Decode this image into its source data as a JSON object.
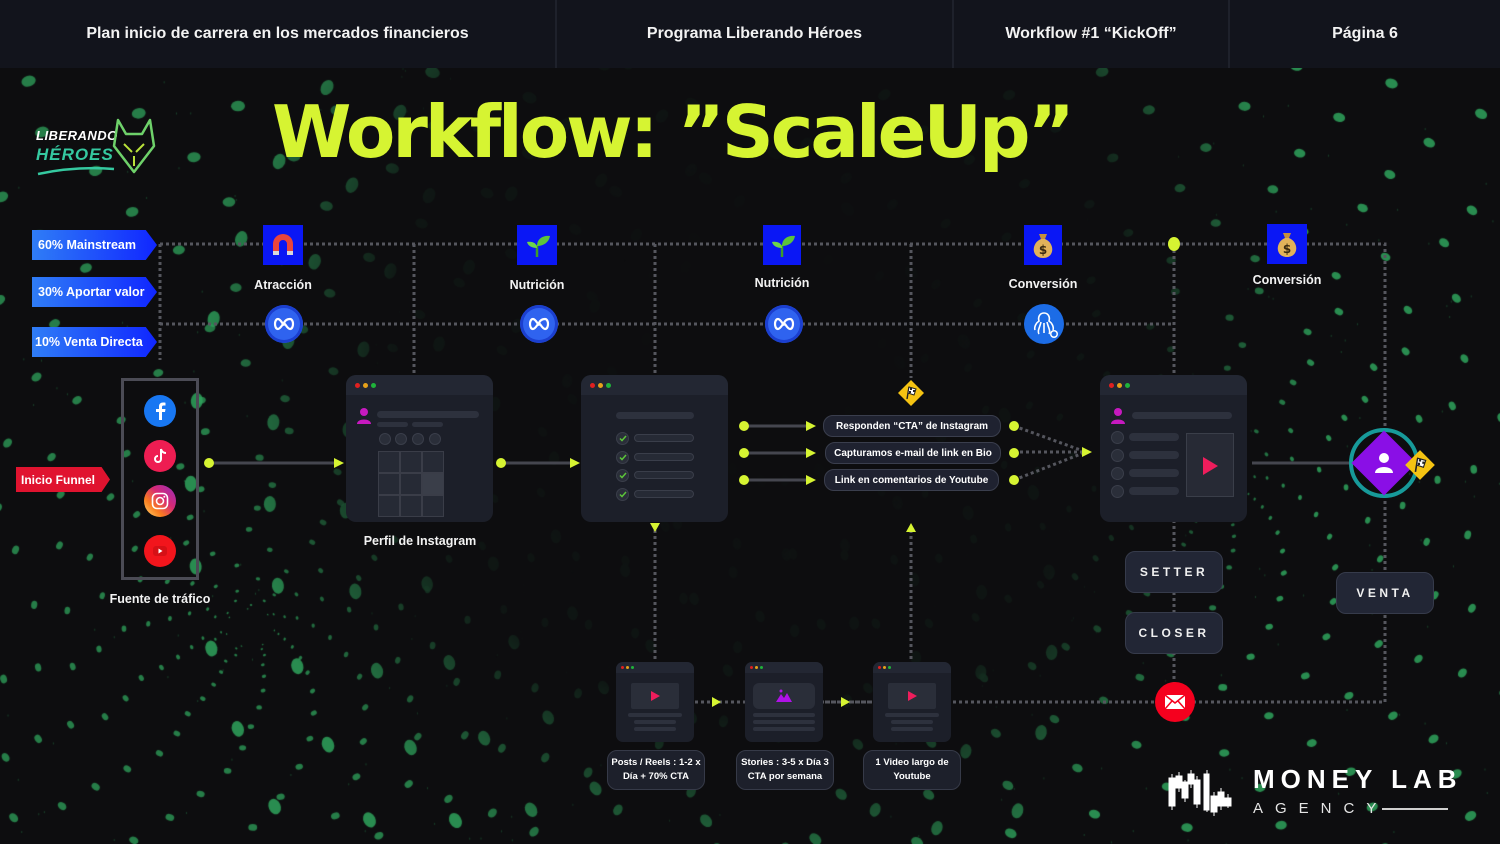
{
  "header": {
    "cells": [
      {
        "label": "Plan inicio de carrera en los mercados financieros"
      },
      {
        "label": "Programa Liberando Héroes"
      },
      {
        "label": "Workflow #1 “KickOff”"
      },
      {
        "label": "Página 6"
      }
    ]
  },
  "title": "Workflow: ”ScaleUp”",
  "brand": {
    "line1": "LIBERANDO",
    "line2": "HÉROES",
    "icon": "wolf-head-icon"
  },
  "content_mix": [
    {
      "label": "60% Mainstream"
    },
    {
      "label": "30% Aportar valor"
    },
    {
      "label": "10% Venta Directa"
    }
  ],
  "stages": [
    {
      "label": "Atracción",
      "icon": "magnet-icon",
      "channel_icon": "meta-icon"
    },
    {
      "label": "Nutrición",
      "icon": "sprout-icon",
      "channel_icon": "meta-icon"
    },
    {
      "label": "Nutrición",
      "icon": "sprout-icon",
      "channel_icon": "meta-icon"
    },
    {
      "label": "Conversión",
      "icon": "money-bag-icon",
      "channel_icon": "manychat-icon"
    },
    {
      "label": "Conversión",
      "icon": "money-bag-icon"
    }
  ],
  "funnel_start": "Inicio Funnel",
  "traffic": {
    "label": "Fuente de tráfico",
    "sources": [
      {
        "name": "facebook",
        "icon": "facebook-icon",
        "color": "#1877f2"
      },
      {
        "name": "tiktok",
        "icon": "tiktok-icon",
        "color": "#ee1d52"
      },
      {
        "name": "instagram",
        "icon": "instagram-icon",
        "color": "#d62976"
      },
      {
        "name": "youtube",
        "icon": "youtube-icon",
        "color": "#ff0000"
      }
    ]
  },
  "instagram_profile_label": "Perfil de Instagram",
  "capture_methods": [
    {
      "label": "Responden “CTA” de Instagram"
    },
    {
      "label": "Capturamos e-mail de link en Bio"
    },
    {
      "label": "Link en comentarios de Youtube"
    }
  ],
  "roles": {
    "setter": "SETTER",
    "closer": "CLOSER",
    "venta": "VENTA"
  },
  "content_plan": [
    {
      "label": "Posts / Reels : 1-2 x Día + 70% CTA",
      "line1": "Posts / Reels : 1-2 x",
      "line2": "Día + 70% CTA",
      "icon": "play-icon"
    },
    {
      "label": "Stories : 3-5 x Día 3 CTA por semana",
      "line1": "Stories : 3-5 x Día  3",
      "line2": "CTA por semana",
      "icon": "image-icon"
    },
    {
      "label": "1 Video largo de Youtube",
      "line1": "1 Video largo de",
      "line2": "Youtube",
      "icon": "play-icon"
    }
  ],
  "footer_brand": {
    "name": "MONEY LAB",
    "sub": "AGENCY"
  },
  "colors": {
    "accent": "#d6f432",
    "background": "#0d0d0f",
    "header_bg": "#12141c",
    "stage_icon_bg": "#0a17f5",
    "dots": "#2fa35c",
    "email_red": "#f5001e",
    "customer_purple": "#8a0fe6"
  }
}
